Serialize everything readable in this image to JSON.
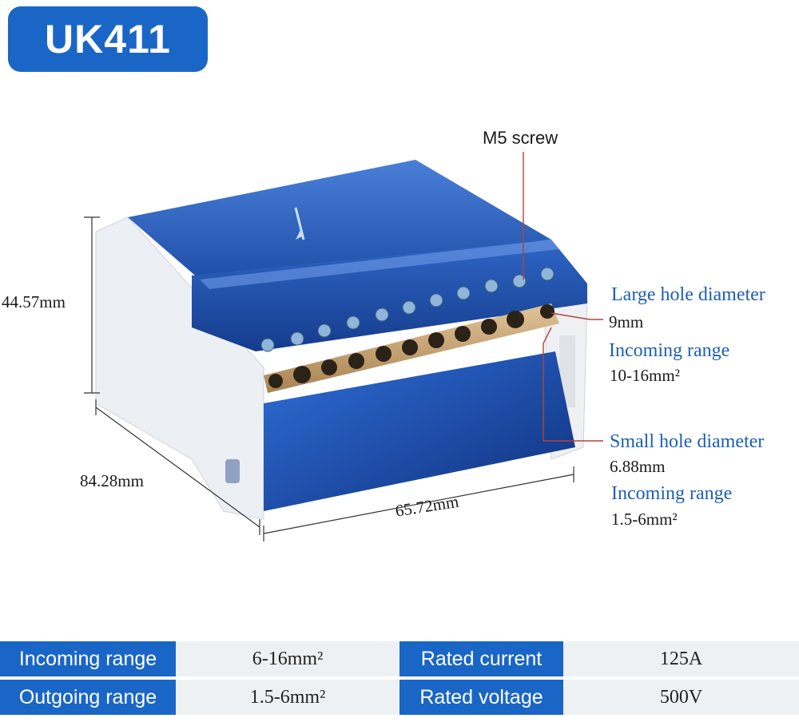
{
  "title": "UK411",
  "colors": {
    "accent": "#1a66c7",
    "label_blue": "#1e5fb4",
    "leader_red": "#b0443a"
  },
  "dimensions": {
    "height": "44.57mm",
    "depth": "84.28mm",
    "width": "65.72mm"
  },
  "callouts": {
    "screw": "M5 screw",
    "large_hole_title": "Large hole diameter",
    "large_hole_value": "9mm",
    "large_incoming_title": "Incoming range",
    "large_incoming_value": "10-16mm²",
    "small_hole_title": "Small hole diameter",
    "small_hole_value": "6.88mm",
    "small_incoming_title": "Incoming range",
    "small_incoming_value": "1.5-6mm²"
  },
  "specs": [
    {
      "label": "Incoming range",
      "value": "6-16mm²",
      "label2": "Rated current",
      "value2": "125A"
    },
    {
      "label": "Outgoing range",
      "value": "1.5-6mm²",
      "label2": "Rated voltage",
      "value2": "500V"
    }
  ]
}
